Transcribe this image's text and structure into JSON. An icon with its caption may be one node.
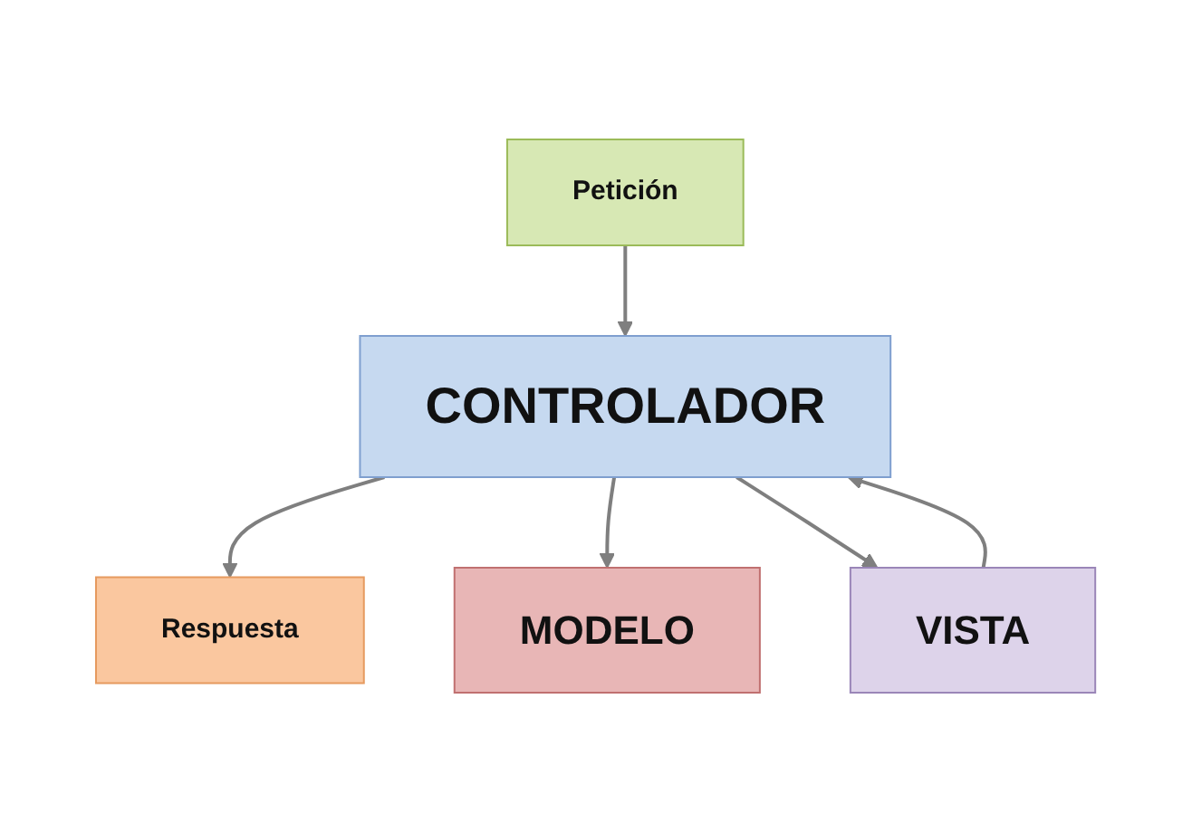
{
  "diagram": {
    "nodes": [
      {
        "text": [
          "Petición"
        ]
      },
      {
        "text": [
          "CONTROLADOR"
        ]
      },
      {
        "text": [
          "Respuesta"
        ]
      },
      {
        "text": [
          "MODELO"
        ]
      },
      {
        "text": [
          "VISTA"
        ]
      }
    ],
    "edges": [
      {
        "from": 0,
        "to": 1,
        "arrow": "to"
      },
      {
        "from": 1,
        "to": 2,
        "arrow": "to"
      },
      {
        "from": 1,
        "to": 3,
        "arrow": "to"
      },
      {
        "from": 1,
        "to": 4,
        "arrow": "to"
      },
      {
        "from": 4,
        "to": 1,
        "arrow": "to"
      }
    ]
  }
}
